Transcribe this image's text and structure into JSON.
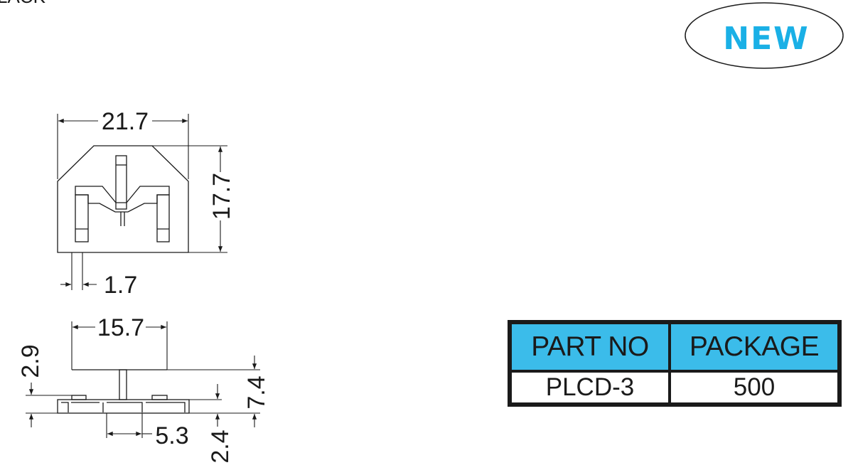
{
  "header_fragment": "LACK",
  "badge": {
    "text": "NEW",
    "color": "#1ab0e6"
  },
  "front_view": {
    "dims": {
      "width": "21.7",
      "height": "17.7",
      "pin_width": "1.7"
    }
  },
  "side_view": {
    "dims": {
      "span": "15.7",
      "left_height": "2.9",
      "total_height": "7.4",
      "pitch": "5.3",
      "base_height": "2.4"
    }
  },
  "spec_table": {
    "headers": [
      "PART NO",
      "PACKAGE"
    ],
    "rows": [
      [
        "PLCD-3",
        "500"
      ]
    ],
    "header_color": "#3bbcea"
  }
}
